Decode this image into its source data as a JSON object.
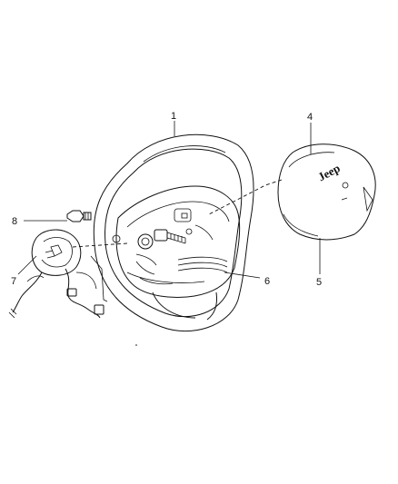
{
  "callouts": {
    "c1": "1",
    "c4": "4",
    "c5": "5",
    "c6": "6",
    "c7": "7",
    "c8": "8"
  },
  "airbag_emblem": "Jeep"
}
